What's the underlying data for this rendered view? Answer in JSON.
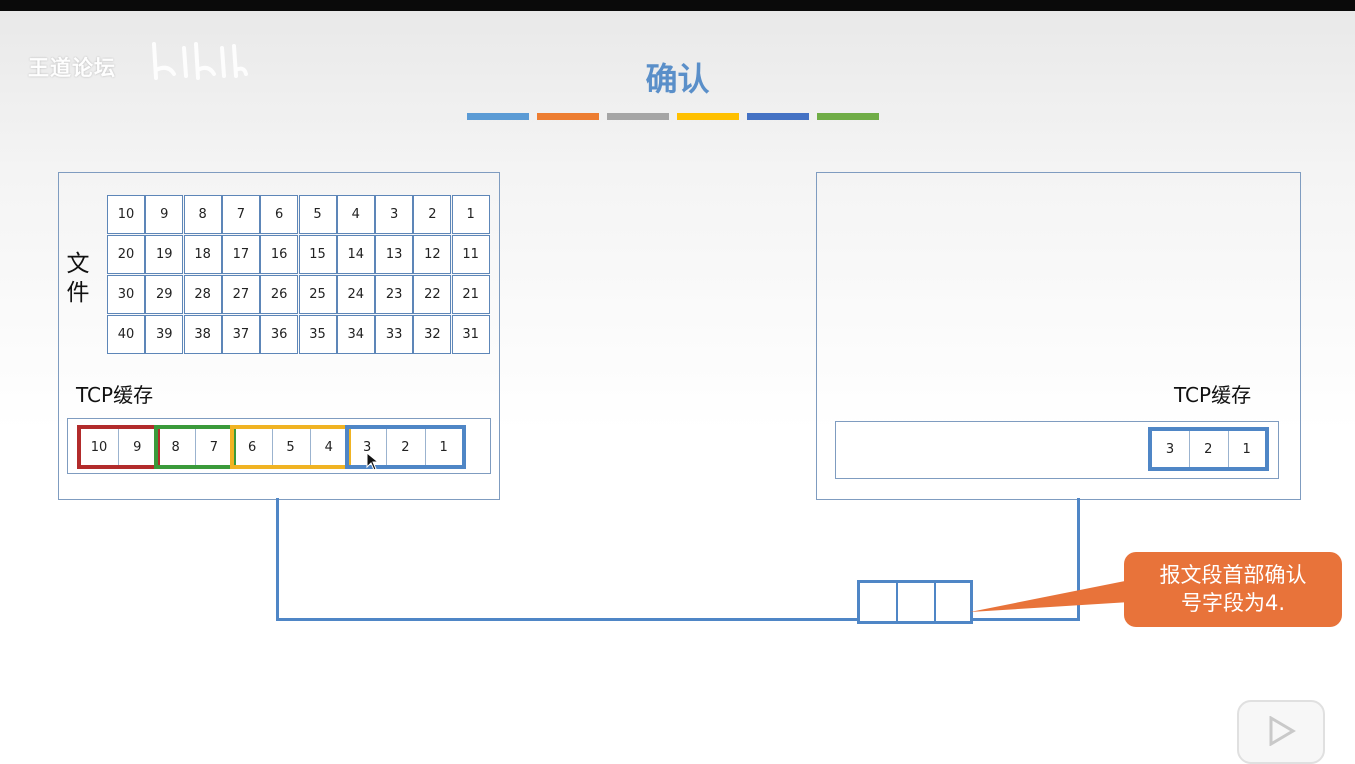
{
  "watermark": {
    "text": "王道论坛"
  },
  "slide": {
    "title": "确认",
    "color_bars": [
      "#5b9bd5",
      "#ed7d31",
      "#a5a5a5",
      "#ffc000",
      "#4472c4",
      "#70ad47"
    ]
  },
  "sender": {
    "file_label": "文件",
    "file_grid": [
      [
        "10",
        "9",
        "8",
        "7",
        "6",
        "5",
        "4",
        "3",
        "2",
        "1"
      ],
      [
        "20",
        "19",
        "18",
        "17",
        "16",
        "15",
        "14",
        "13",
        "12",
        "11"
      ],
      [
        "30",
        "29",
        "28",
        "27",
        "26",
        "25",
        "24",
        "23",
        "22",
        "21"
      ],
      [
        "40",
        "39",
        "38",
        "37",
        "36",
        "35",
        "34",
        "33",
        "32",
        "31"
      ]
    ],
    "tcp_label": "TCP缓存",
    "buffer_segments": [
      "10",
      "9",
      "8",
      "7",
      "6",
      "5",
      "4",
      "3",
      "2",
      "1"
    ],
    "groups": [
      {
        "members": [
          "10",
          "9"
        ],
        "color": "#b22b2b"
      },
      {
        "members": [
          "8",
          "7"
        ],
        "color": "#3a9a3a"
      },
      {
        "members": [
          "6",
          "5",
          "4"
        ],
        "color": "#f0b323"
      },
      {
        "members": [
          "3",
          "2",
          "1"
        ],
        "color": "#4f86c6"
      }
    ]
  },
  "receiver": {
    "tcp_label": "TCP缓存",
    "buffer_segments": [
      "3",
      "2",
      "1"
    ],
    "group_color": "#4f86c6"
  },
  "callout": {
    "line1": "报文段首部确认",
    "line2": "号字段为4.",
    "color": "#e8733a"
  },
  "colors": {
    "accent": "#5a8fc9",
    "wire": "#4f86c6"
  }
}
